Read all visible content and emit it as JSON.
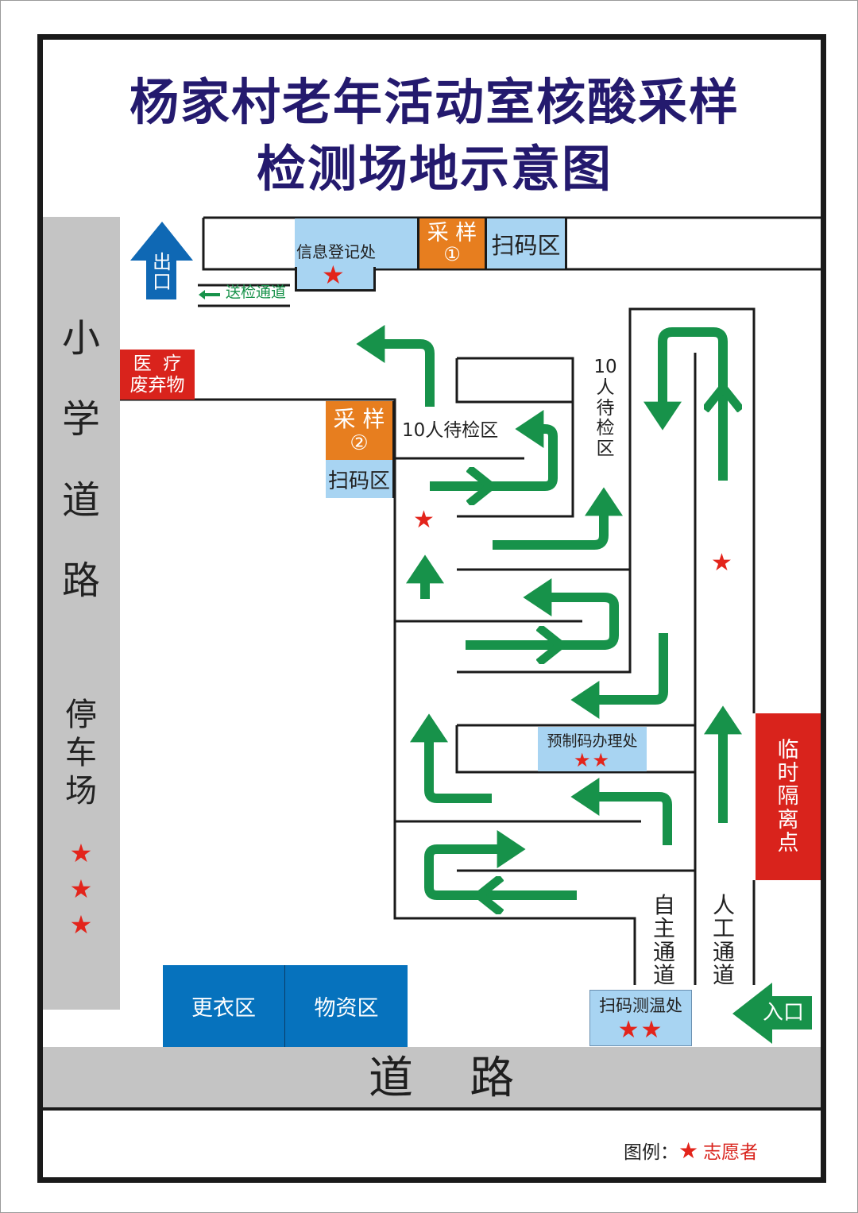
{
  "title": {
    "line1": "杨家村老年活动室核酸采样",
    "line2": "检测场地示意图"
  },
  "colors": {
    "title": "#241a6e",
    "arrow_green": "#17924a",
    "exit_blue": "#0f68b4",
    "sampling_orange": "#e77e1f",
    "scan_lightblue": "#a8d4f2",
    "alert_red": "#d9231c",
    "room_blue": "#0672bd",
    "road_gray": "#c4c4c4",
    "volunteer_star": "#e3241b"
  },
  "left_road": {
    "label_chars": [
      "小",
      "学",
      "道",
      "路"
    ],
    "parking_chars": [
      "停",
      "车",
      "场"
    ],
    "parking_volunteers": "★★★"
  },
  "exit": {
    "label": "出口",
    "icon": "up-arrow-icon"
  },
  "delivery_channel": {
    "label": "送检通道",
    "icon": "left-arrow-icon"
  },
  "info_registration": {
    "label": "信息登记处",
    "volunteers": "★"
  },
  "sampling1": {
    "label": "采 样",
    "number": "①"
  },
  "scan_zone1": {
    "label": "扫码区"
  },
  "medical_waste": {
    "line1": "医  疗",
    "line2": "废弃物"
  },
  "sampling2": {
    "label": "采 样",
    "number": "②"
  },
  "scan_zone2": {
    "label": "扫码区"
  },
  "waiting_zone_h": {
    "label": "10人待检区"
  },
  "waiting_zone_v": {
    "chars": [
      "10",
      "人",
      "待",
      "检",
      "区"
    ]
  },
  "aisle_volunteer_left": "★",
  "aisle_volunteer_right": "★",
  "precode_office": {
    "label": "预制码办理处",
    "volunteers": "★★"
  },
  "isolation_point": {
    "chars": [
      "临",
      "时",
      "隔",
      "离",
      "点"
    ]
  },
  "self_channel": {
    "chars": [
      "自",
      "主",
      "通",
      "道"
    ]
  },
  "manual_channel": {
    "chars": [
      "人",
      "工",
      "通",
      "道"
    ]
  },
  "scan_temp_office": {
    "label": "扫码测温处",
    "volunteers": "★★"
  },
  "entrance": {
    "label": "入口",
    "icon": "left-arrow-icon"
  },
  "changing_room": {
    "label": "更衣区"
  },
  "supplies_room": {
    "label": "物资区"
  },
  "bottom_road": {
    "label": "道    路"
  },
  "legend": {
    "prefix": "图例：",
    "symbol": "★",
    "label": "志愿者"
  }
}
